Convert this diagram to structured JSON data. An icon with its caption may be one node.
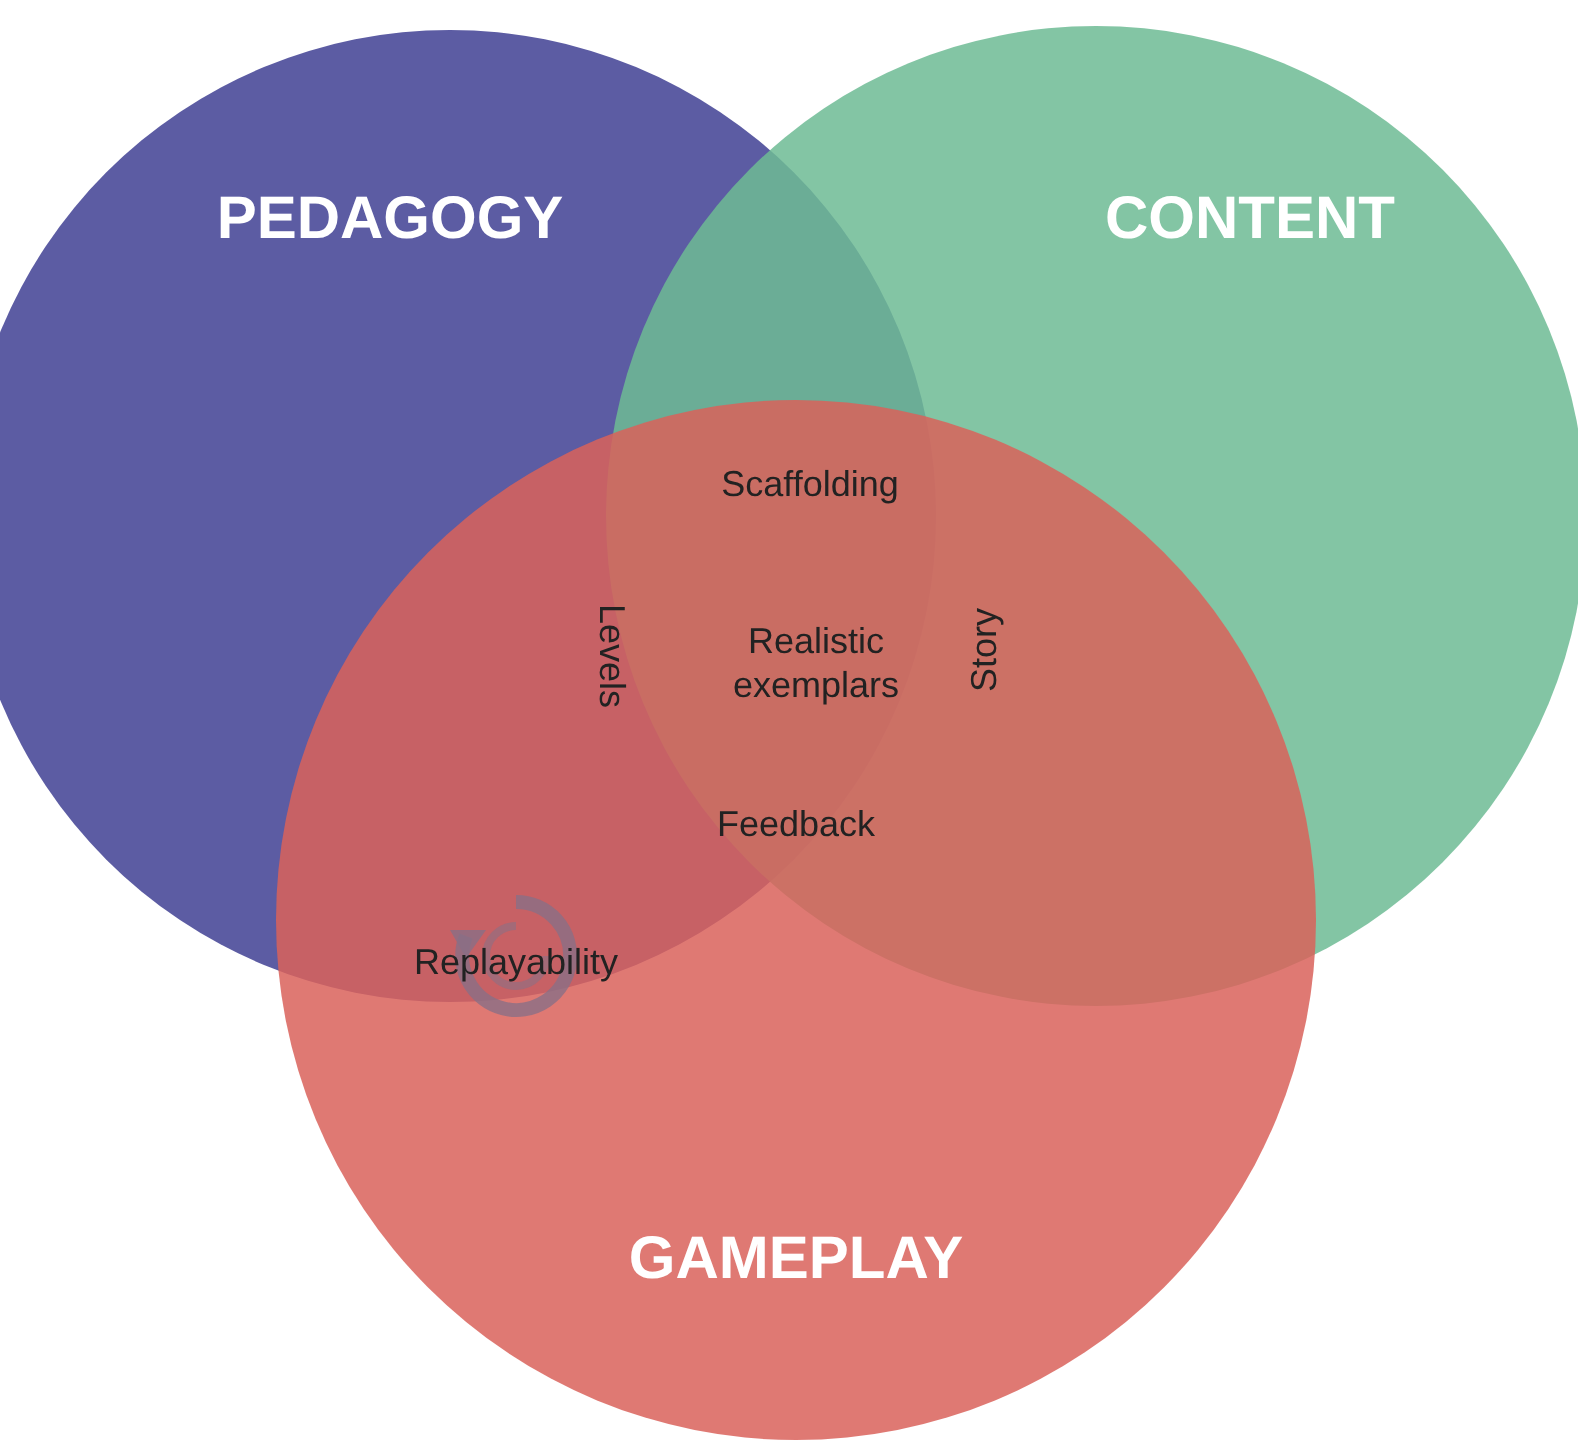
{
  "diagram": {
    "nodes": [
      {
        "text": [
          "PEDAGOGY"
        ]
      },
      {
        "text": [
          "CONTENT"
        ]
      },
      {
        "text": [
          "GAMEPLAY"
        ]
      }
    ],
    "labels": [
      "Scaffolding",
      "Levels",
      "Realistic exemplars",
      "Story",
      "Feedback",
      "Replayability"
    ]
  }
}
